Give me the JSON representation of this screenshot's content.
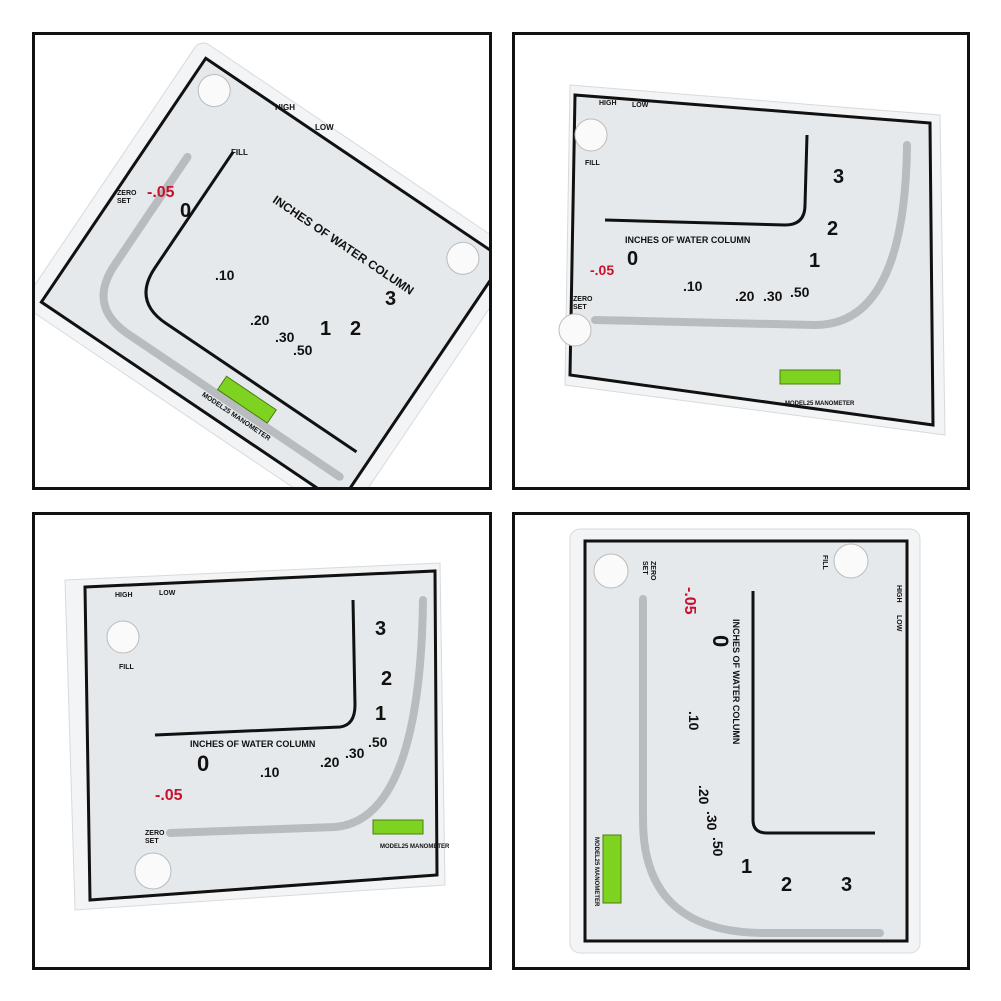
{
  "labels": {
    "high": "HIGH",
    "low": "LOW",
    "fill": "FILL",
    "zero": "ZERO",
    "set": "SET",
    "scale_title": "INCHES OF WATER COLUMN",
    "model": "MODEL25 MANOMETER"
  },
  "scale": {
    "neg": "-.05",
    "zero": "0",
    "t10": ".10",
    "t20": ".20",
    "t30": ".30",
    "t50": ".50",
    "t1": "1",
    "t2": "2",
    "t3": "3"
  },
  "colors": {
    "red": "#c8102e",
    "level_green": "#7ed321",
    "face": "#e9ecee",
    "frame": "#111111"
  }
}
